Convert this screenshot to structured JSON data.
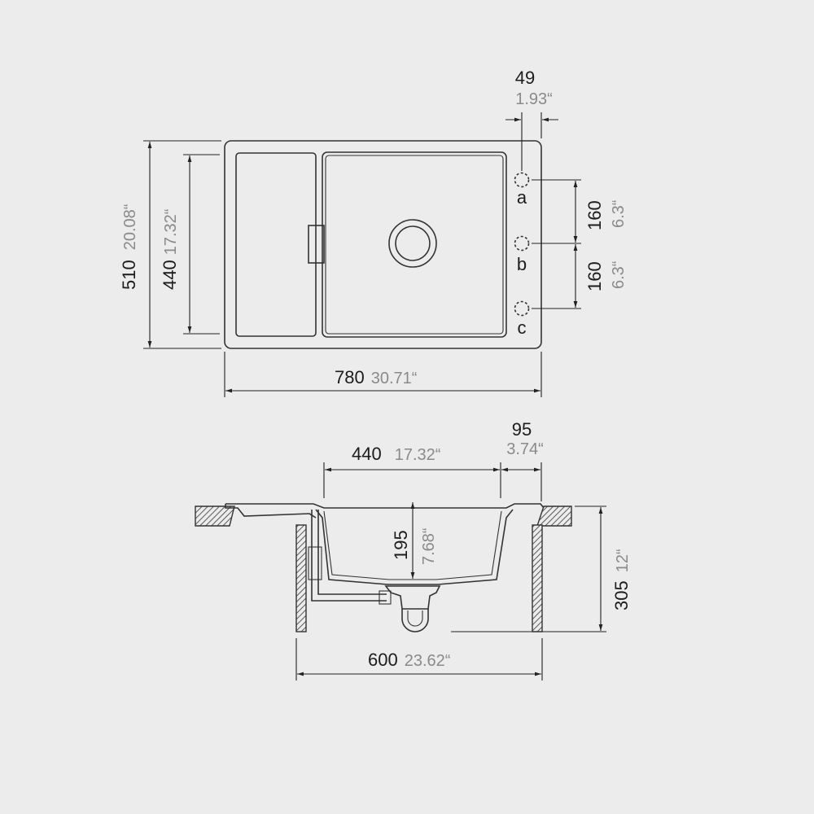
{
  "colors": {
    "background": "#ececec",
    "line": "#333333",
    "primary_text": "#1c1c1c",
    "secondary_text": "#8a8a8a"
  },
  "top_view": {
    "width": {
      "mm": "780",
      "inch": "30.71“"
    },
    "depth": {
      "mm": "510",
      "inch": "20.08“"
    },
    "bowl_depth": {
      "mm": "440",
      "inch": "17.32“"
    },
    "tap_offset": {
      "mm": "49",
      "inch": "1.93“"
    },
    "tap_spacing_ab": {
      "mm": "160",
      "inch": "6.3“"
    },
    "tap_spacing_bc": {
      "mm": "160",
      "inch": "6.3“"
    },
    "tap_holes": [
      "a",
      "b",
      "c"
    ]
  },
  "section_view": {
    "bowl_width": {
      "mm": "440",
      "inch": "17.32“"
    },
    "rim_width": {
      "mm": "95",
      "inch": "3.74“"
    },
    "bowl_height": {
      "mm": "195",
      "inch": "7.68“"
    },
    "cabinet_height": {
      "mm": "305",
      "inch": "12“"
    },
    "cabinet_width": {
      "mm": "600",
      "inch": "23.62“"
    }
  }
}
